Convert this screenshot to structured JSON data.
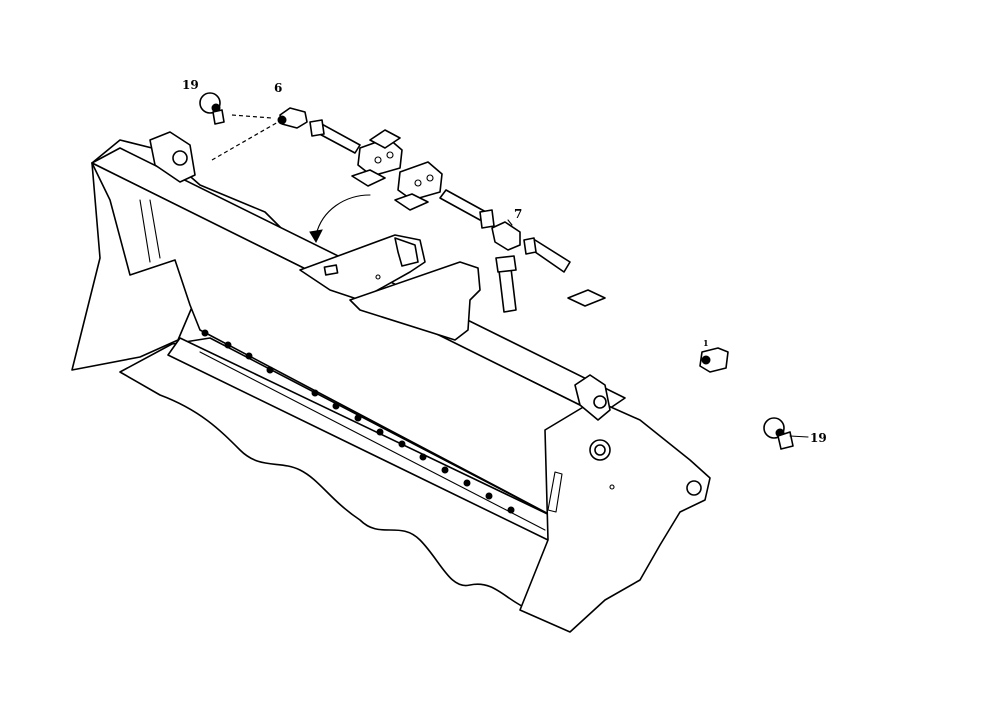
{
  "diagram": {
    "labels": {
      "clamp_top": "19",
      "fitting_top": "6",
      "tee_fitting": "7",
      "plug": "1",
      "clamp_right": "19"
    }
  }
}
